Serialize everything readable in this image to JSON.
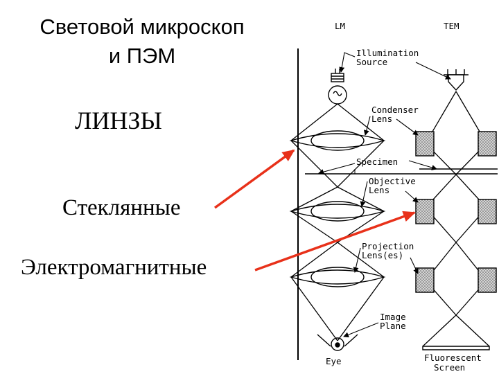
{
  "slide": {
    "title_line1": "Световой микроскоп",
    "title_line2": "и ПЭМ",
    "lenses_heading": "ЛИНЗЫ",
    "glass_label": "Стеклянные",
    "em_label": "Электромагнитные"
  },
  "diagram": {
    "lm_label": "LM",
    "tem_label": "TEM",
    "illumination_source": [
      "Illumination",
      "Source"
    ],
    "condenser_lens": [
      "Condenser",
      "Lens"
    ],
    "specimen": "Specimen",
    "objective_lens": [
      "Objective",
      "Lens"
    ],
    "projection_lens": [
      "Projection",
      "Lens(es)"
    ],
    "image_plane": [
      "Image",
      "Plane"
    ],
    "eye": "Eye",
    "fluorescent_screen": [
      "Fluorescent",
      "Screen"
    ]
  },
  "colors": {
    "arrow": "#e8311a",
    "pole_piece_fill": "#c9c9c9",
    "text": "#000000"
  }
}
